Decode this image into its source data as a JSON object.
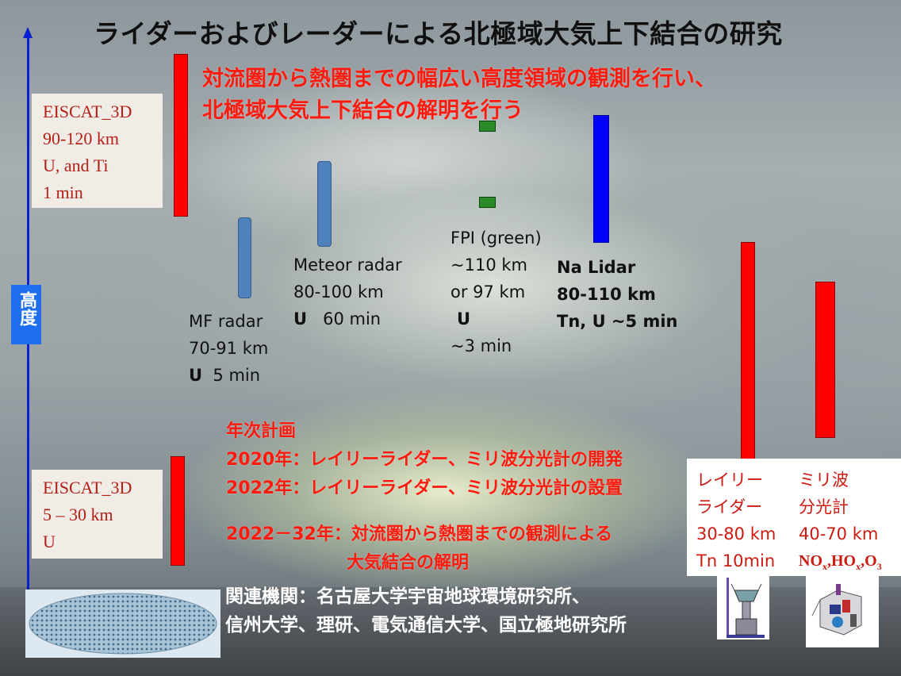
{
  "title": "ライダーおよびレーダーによる北極域大気上下結合の研究",
  "axis_label": "高度",
  "subtitle_lines": [
    "対流圏から熱圏までの幅広い高度領域の観測を行い、",
    "北極域大気上下結合の解明を行う"
  ],
  "eiscat_upper": [
    "EISCAT_3D",
    "90-120 km",
    "U, and Ti",
    "1 min"
  ],
  "eiscat_lower": [
    "EISCAT_3D",
    "5 – 30 km",
    "U"
  ],
  "mf_radar": [
    "MF radar",
    "70-91 km",
    "U",
    "5 min"
  ],
  "meteor_radar": [
    "Meteor radar",
    "80-100 km",
    "U",
    "60 min"
  ],
  "fpi": [
    "FPI (green)",
    "~110 km",
    "or 97 km",
    "U",
    "~3 min"
  ],
  "na_lidar": [
    "Na Lidar",
    "80-110 km",
    "Tn, U ~5 min"
  ],
  "plan": [
    "年次計画",
    "2020年：レイリーライダー、ミリ波分光計の開発",
    "2022年：レイリーライダー、ミリ波分光計の設置",
    "2022－32年：対流圏から熱圏までの観測による",
    "大気結合の解明"
  ],
  "rayleigh": [
    "レイリー",
    "ライダー",
    "30-80 km",
    "Tn 10min"
  ],
  "mmwave": [
    "ミリ波",
    "分光計",
    "40-70 km"
  ],
  "mmwave_species": {
    "no": "NO",
    "ho": "HO",
    "o": "O",
    "sub": "x",
    "sub3": "3"
  },
  "affiliations": [
    "関連機関：名古屋大学宇宙地球環境研究所、",
    "信州大学、理研、電気通信大学、国立極地研究所"
  ],
  "colors": {
    "axis": "#0a1fd0",
    "accent_red": "#ff0000",
    "steel_blue": "#4f81bd",
    "lidar_blue": "#0000ff",
    "fpi_green": "#2a8a2a"
  }
}
